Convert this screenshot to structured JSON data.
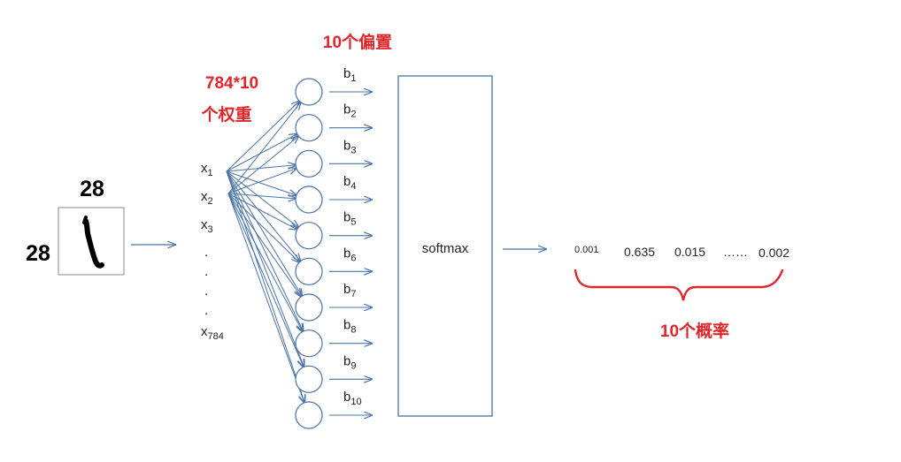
{
  "image_size": {
    "width_label": "28",
    "height_label": "28"
  },
  "weights_label": {
    "line1": "784*10",
    "line2": "个权重"
  },
  "bias_label": "10个偏置",
  "inputs": [
    {
      "base": "x",
      "sub": "1"
    },
    {
      "base": "x",
      "sub": "2"
    },
    {
      "base": "x",
      "sub": "3"
    },
    {
      "base": "x",
      "sub": "784"
    }
  ],
  "input_dots": [
    ".",
    ".",
    ".",
    "."
  ],
  "biases": [
    {
      "base": "b",
      "sub": "1"
    },
    {
      "base": "b",
      "sub": "2"
    },
    {
      "base": "b",
      "sub": "3"
    },
    {
      "base": "b",
      "sub": "4"
    },
    {
      "base": "b",
      "sub": "5"
    },
    {
      "base": "b",
      "sub": "6"
    },
    {
      "base": "b",
      "sub": "7"
    },
    {
      "base": "b",
      "sub": "8"
    },
    {
      "base": "b",
      "sub": "9"
    },
    {
      "base": "b",
      "sub": "10"
    }
  ],
  "softmax_label": "softmax",
  "probabilities": [
    "0.001",
    "0.635",
    "0.015",
    "……",
    "0.002"
  ],
  "probabilities_label": "10个概率",
  "colors": {
    "arrow": "#4a73a8",
    "red": "#e0262b",
    "neuron_stroke": "#4a73a8"
  }
}
